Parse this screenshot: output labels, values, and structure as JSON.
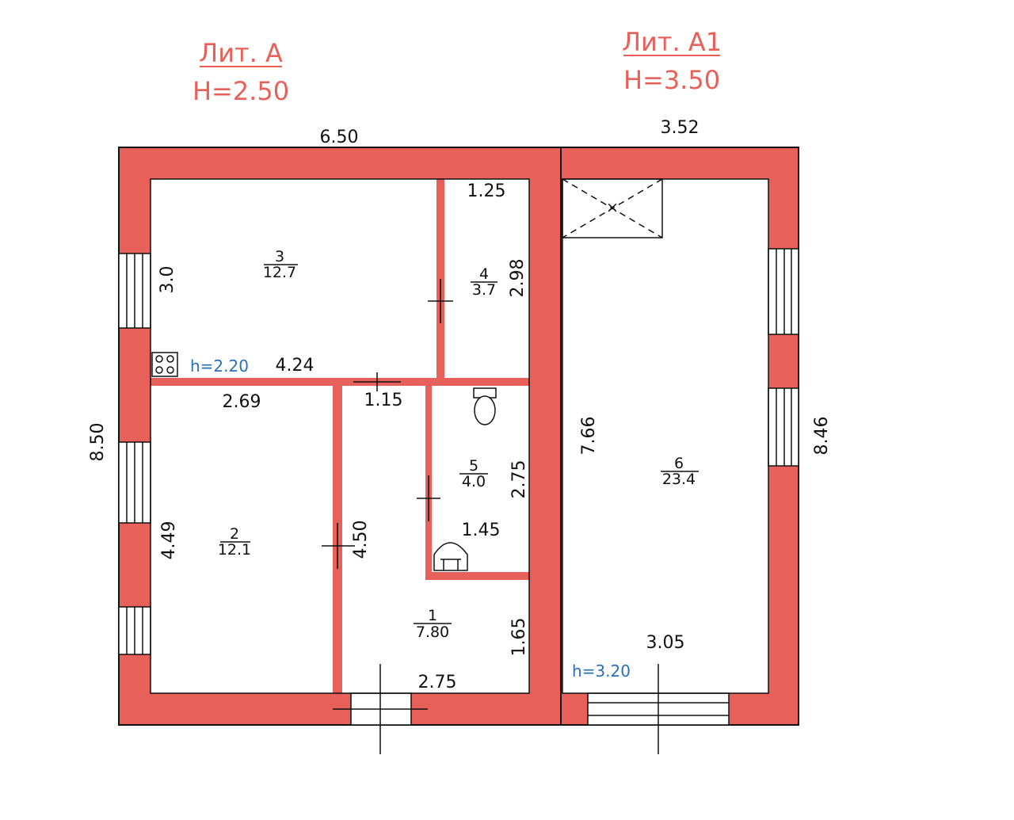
{
  "headers": {
    "left": {
      "title": "Лит. А",
      "height": "H=2.50"
    },
    "right": {
      "title": "Лит. А1",
      "height": "H=3.50"
    }
  },
  "dimensions": {
    "top_left": "6.50",
    "top_right": "3.52",
    "left_side": "8.50",
    "right_side": "8.46",
    "room3_height": "3.0",
    "room3_bottom": "4.24",
    "room4_top": "1.25",
    "room4_height": "2.98",
    "room2_top": "2.69",
    "room2_height": "4.49",
    "corridor_door": "1.15",
    "corridor_height": "4.50",
    "room5_height": "2.75",
    "room5_width": "1.45",
    "room1_height": "1.65",
    "room1_bottom": "2.75",
    "room6_height": "7.66",
    "room6_bottom": "3.05"
  },
  "ceiling_heights": {
    "room3": "h=2.20",
    "room6": "h=3.20"
  },
  "rooms": [
    {
      "number": "3",
      "area": "12.7"
    },
    {
      "number": "4",
      "area": "3.7"
    },
    {
      "number": "2",
      "area": "12.1"
    },
    {
      "number": "5",
      "area": "4.0"
    },
    {
      "number": "1",
      "area": "7.80"
    },
    {
      "number": "6",
      "area": "23.4"
    }
  ],
  "colors": {
    "wall": "#e8605a",
    "ceiling_note": "#2a6fb8"
  }
}
